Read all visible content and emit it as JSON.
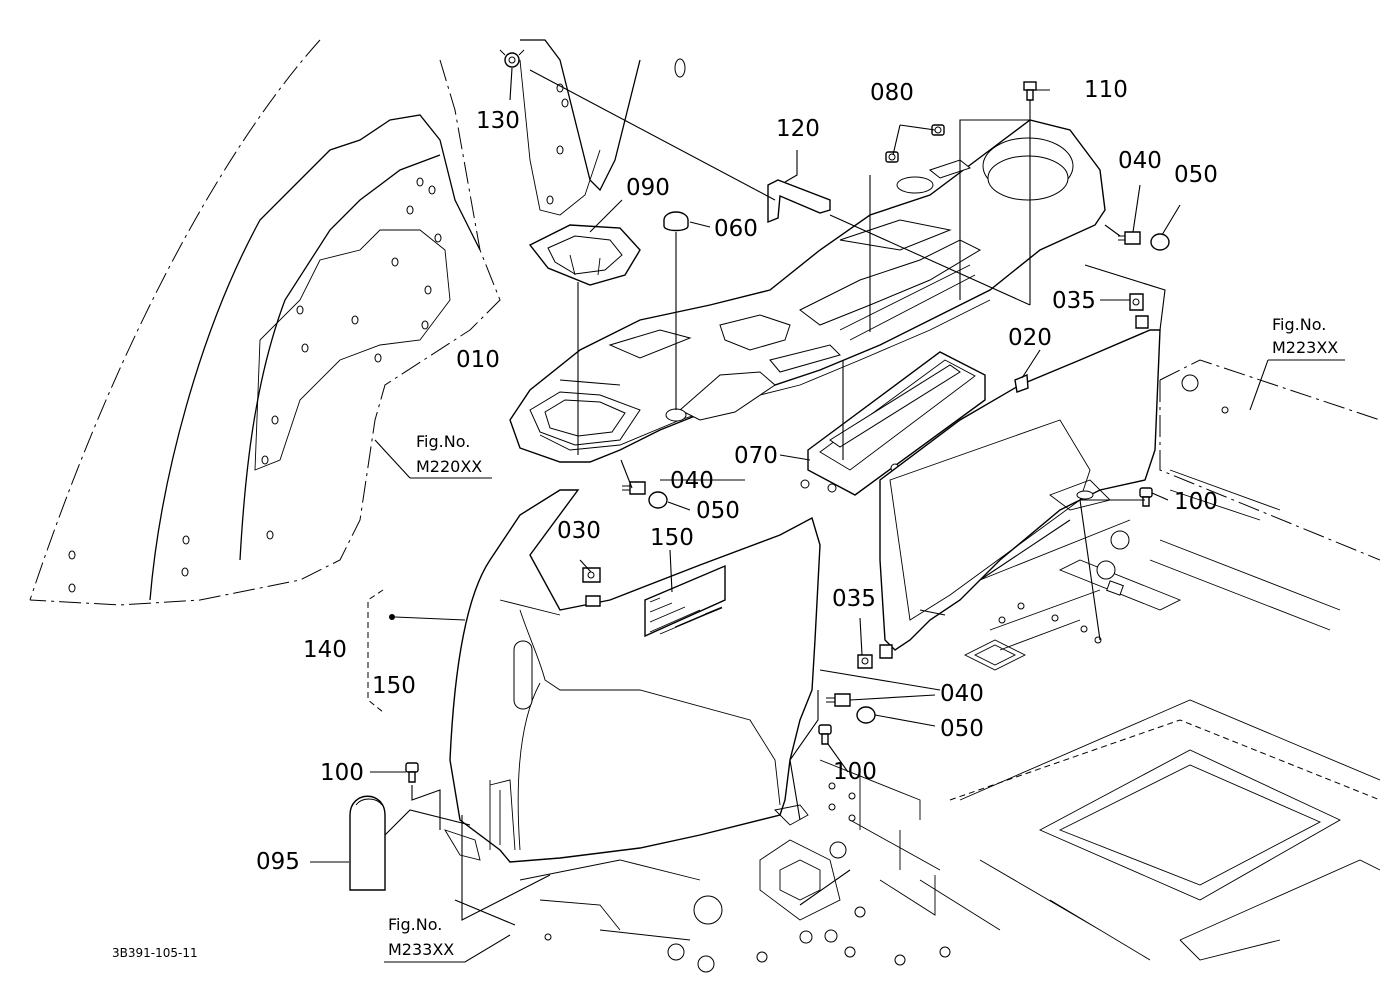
{
  "diagram": {
    "drawing_code": "3B391-105-11",
    "callouts": [
      {
        "id": "lbl-130",
        "text": "130"
      },
      {
        "id": "lbl-090",
        "text": "090"
      },
      {
        "id": "lbl-060",
        "text": "060"
      },
      {
        "id": "lbl-120",
        "text": "120"
      },
      {
        "id": "lbl-080",
        "text": "080"
      },
      {
        "id": "lbl-110",
        "text": "110"
      },
      {
        "id": "lbl-040-a",
        "text": "040"
      },
      {
        "id": "lbl-050-a",
        "text": "050"
      },
      {
        "id": "lbl-035-a",
        "text": "035"
      },
      {
        "id": "lbl-020",
        "text": "020"
      },
      {
        "id": "lbl-010",
        "text": "010"
      },
      {
        "id": "lbl-070",
        "text": "070"
      },
      {
        "id": "lbl-040-b",
        "text": "040"
      },
      {
        "id": "lbl-050-b",
        "text": "050"
      },
      {
        "id": "lbl-100-a",
        "text": "100"
      },
      {
        "id": "lbl-030",
        "text": "030"
      },
      {
        "id": "lbl-150-a",
        "text": "150"
      },
      {
        "id": "lbl-035-b",
        "text": "035"
      },
      {
        "id": "lbl-140",
        "text": "140"
      },
      {
        "id": "lbl-150-b",
        "text": "150"
      },
      {
        "id": "lbl-040-c",
        "text": "040"
      },
      {
        "id": "lbl-050-c",
        "text": "050"
      },
      {
        "id": "lbl-100-b",
        "text": "100"
      },
      {
        "id": "lbl-100-c",
        "text": "100"
      },
      {
        "id": "lbl-095",
        "text": "095"
      }
    ],
    "figure_refs": [
      {
        "id": "ref-m220",
        "caption": "Fig.No.",
        "number": "M220XX"
      },
      {
        "id": "ref-m223",
        "caption": "Fig.No.",
        "number": "M223XX"
      },
      {
        "id": "ref-m233",
        "caption": "Fig.No.",
        "number": "M233XX"
      }
    ]
  }
}
